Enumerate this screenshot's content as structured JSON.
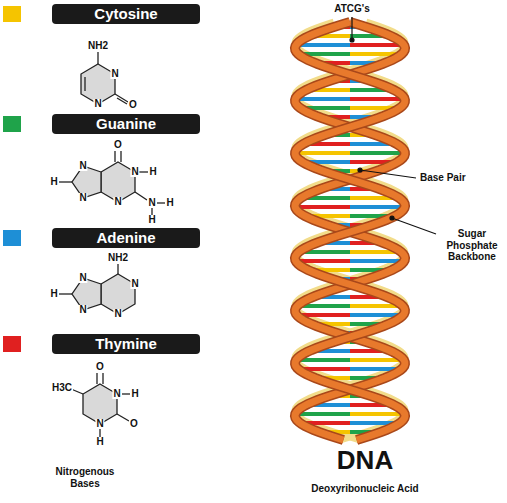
{
  "diagram": {
    "title": "DNA",
    "caption": "Deoxyribonucleic Acid",
    "labels": [
      "ATCG's",
      "Base Pair",
      "Sugar Phosphate Backbone",
      "Nitrogenous Bases",
      "NH2",
      "N",
      "N",
      "O",
      "O",
      "N",
      "H",
      "N",
      "N",
      "H",
      "H",
      "N",
      "N",
      "H",
      "NH2",
      "N",
      "N",
      "N",
      "N",
      "H",
      "O",
      "H3C",
      "N",
      "H",
      "O",
      "N",
      "H"
    ],
    "legend": [
      {
        "text": "Cytosine",
        "color": "#f5c400"
      },
      {
        "text": "Guanine",
        "color": "#1fa34a"
      },
      {
        "text": "Adenine",
        "color": "#1e8fd6"
      },
      {
        "text": "Thymine",
        "color": "#e02020"
      }
    ]
  }
}
